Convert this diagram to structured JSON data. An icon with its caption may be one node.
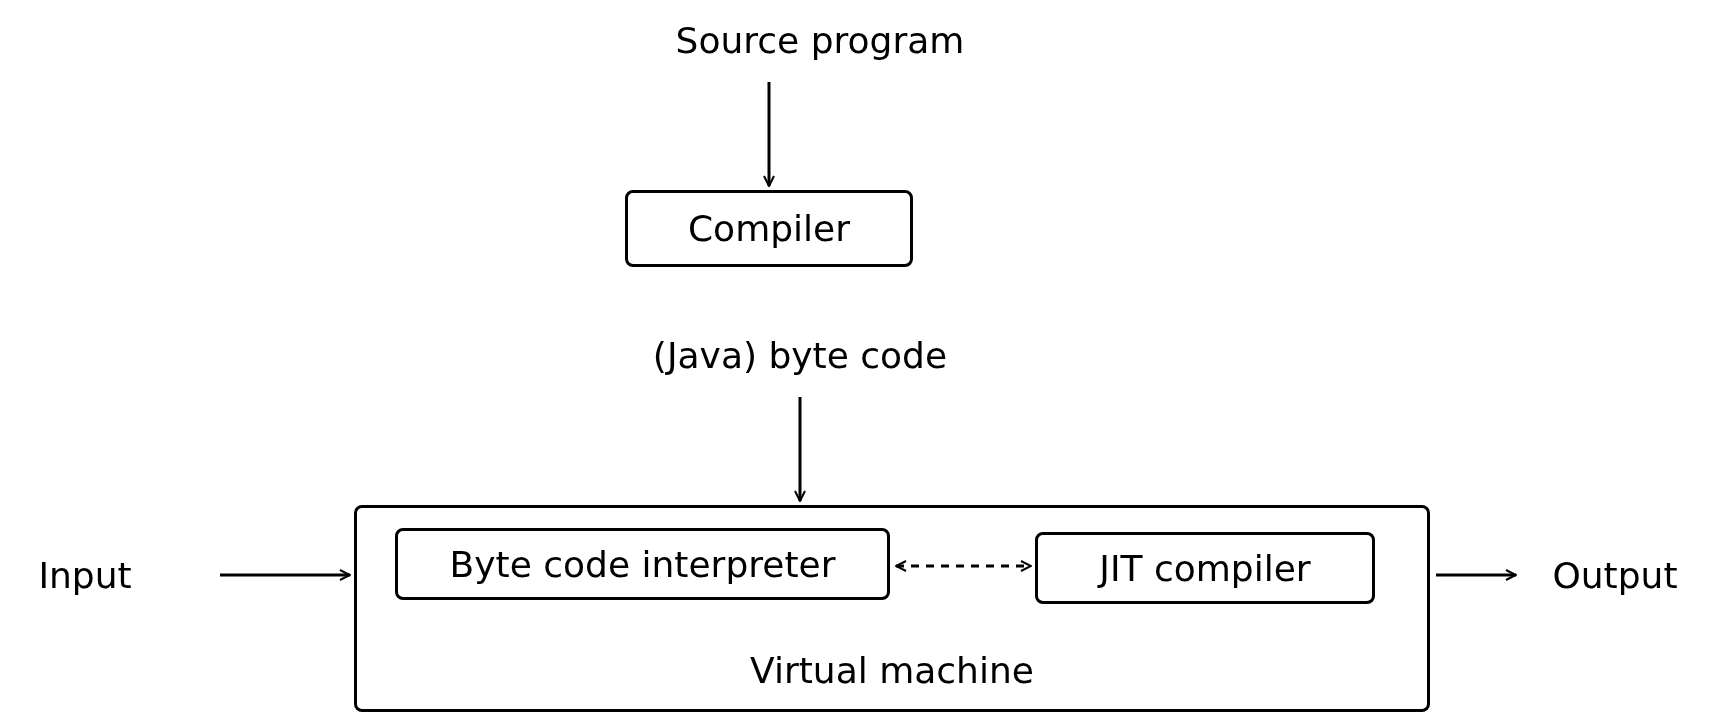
{
  "diagram": {
    "nodes": [
      {
        "text": [
          "Source program"
        ]
      },
      {
        "text": [
          "Compiler"
        ]
      },
      {
        "text": [
          "(Java) byte code"
        ]
      },
      {
        "text": [
          "Virtual machine"
        ]
      },
      {
        "text": [
          "Byte code interpreter"
        ],
        "in": 3
      },
      {
        "text": [
          "JIT compiler"
        ],
        "in": 3
      },
      {
        "text": [
          "Input"
        ]
      },
      {
        "text": [
          "Output"
        ]
      }
    ],
    "edges": [
      {
        "from": 0,
        "to": 1,
        "arrow": "to"
      },
      {
        "from": 2,
        "to": 3,
        "arrow": "to"
      },
      {
        "from": 4,
        "to": 5,
        "arrow": "both",
        "style": "dashed"
      },
      {
        "from": 6,
        "to": 3,
        "arrow": "to"
      },
      {
        "from": 3,
        "to": 7,
        "arrow": "to"
      }
    ]
  }
}
